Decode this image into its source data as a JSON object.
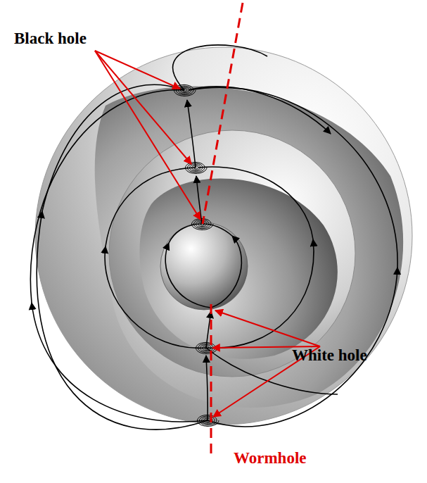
{
  "diagram": {
    "labels": [
      "Black hole",
      "White hole",
      "Wormhole"
    ]
  }
}
